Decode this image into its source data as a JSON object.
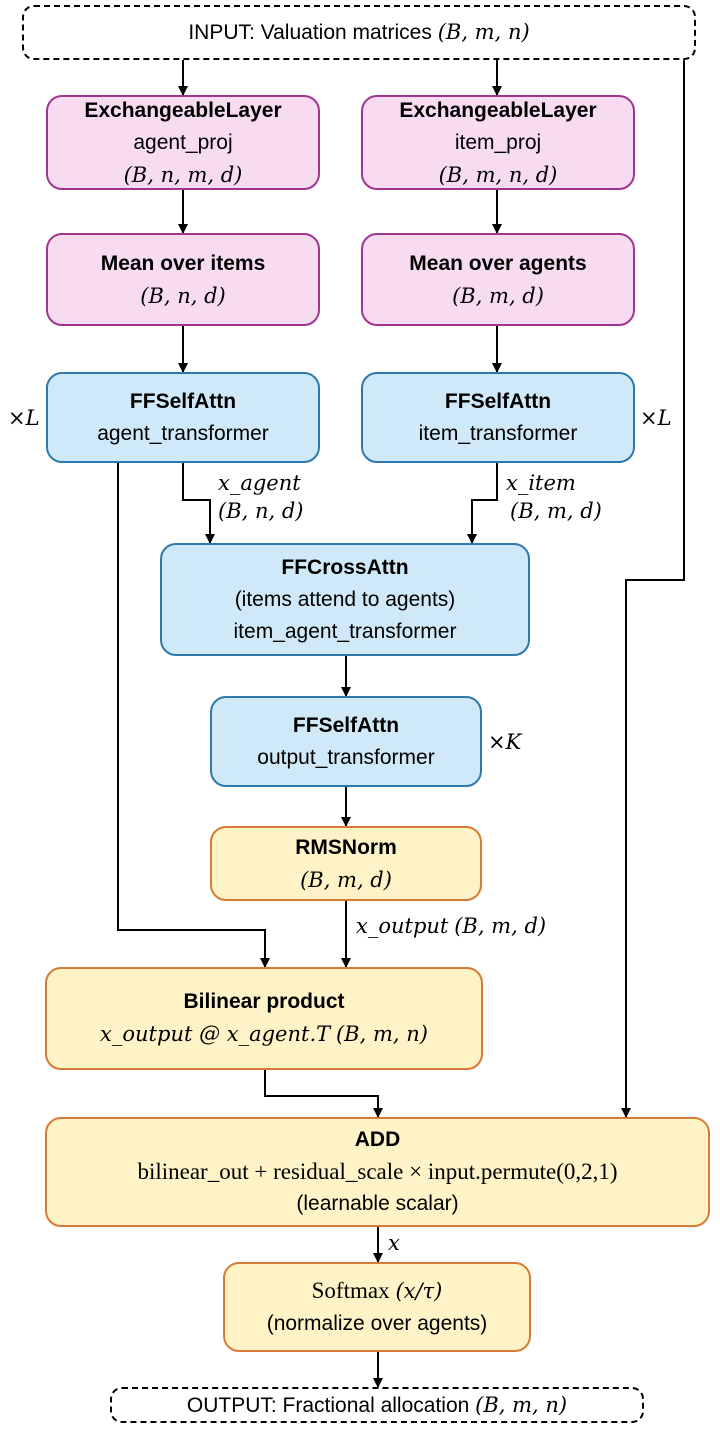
{
  "input": {
    "label": "INPUT: Valuation matrices",
    "shape": "(B, m, n)"
  },
  "agent_proj": {
    "title": "ExchangeableLayer",
    "name": "agent_proj",
    "shape": "(B, n, m, d)"
  },
  "item_proj": {
    "title": "ExchangeableLayer",
    "name": "item_proj",
    "shape": "(B, m, n, d)"
  },
  "mean_items": {
    "title": "Mean over items",
    "shape": "(B, n, d)"
  },
  "mean_agents": {
    "title": "Mean over agents",
    "shape": "(B, m, d)"
  },
  "agent_transformer": {
    "title": "FFSelfAttn",
    "name": "agent_transformer",
    "repeat": "×L"
  },
  "item_transformer": {
    "title": "FFSelfAttn",
    "name": "item_transformer",
    "repeat": "×L"
  },
  "x_agent": {
    "name": "x_agent",
    "shape": "(B, n, d)"
  },
  "x_item": {
    "name": "x_item",
    "shape": "(B, m, d)"
  },
  "cross": {
    "title": "FFCrossAttn",
    "subtitle": "(items attend to agents)",
    "name": "item_agent_transformer"
  },
  "output_transformer": {
    "title": "FFSelfAttn",
    "name": "output_transformer",
    "repeat": "×K"
  },
  "rmsnorm": {
    "title": "RMSNorm",
    "shape": "(B, m, d)"
  },
  "x_output": {
    "name": "x_output",
    "shape": "(B, m, d)"
  },
  "bilinear": {
    "title": "Bilinear product",
    "expr": "x_output @ x_agent.T",
    "shape": "(B, m, n)"
  },
  "add": {
    "title": "ADD",
    "expr": "bilinear_out + residual_scale × input.permute(0,2,1)",
    "note": "(learnable scalar)"
  },
  "x_label": "x",
  "softmax": {
    "title": "Softmax",
    "arg": "(x/τ)",
    "note": "(normalize over agents)"
  },
  "output": {
    "label": "OUTPUT: Fractional allocation",
    "shape": "(B, m, n)"
  },
  "colors": {
    "pink_fill": "#f7dcf1",
    "pink_border": "#a0358f",
    "blue_fill": "#cfe9f8",
    "blue_border": "#2e78aa",
    "yellow_fill": "#fdf3c6",
    "yellow_border": "#d77b34"
  }
}
